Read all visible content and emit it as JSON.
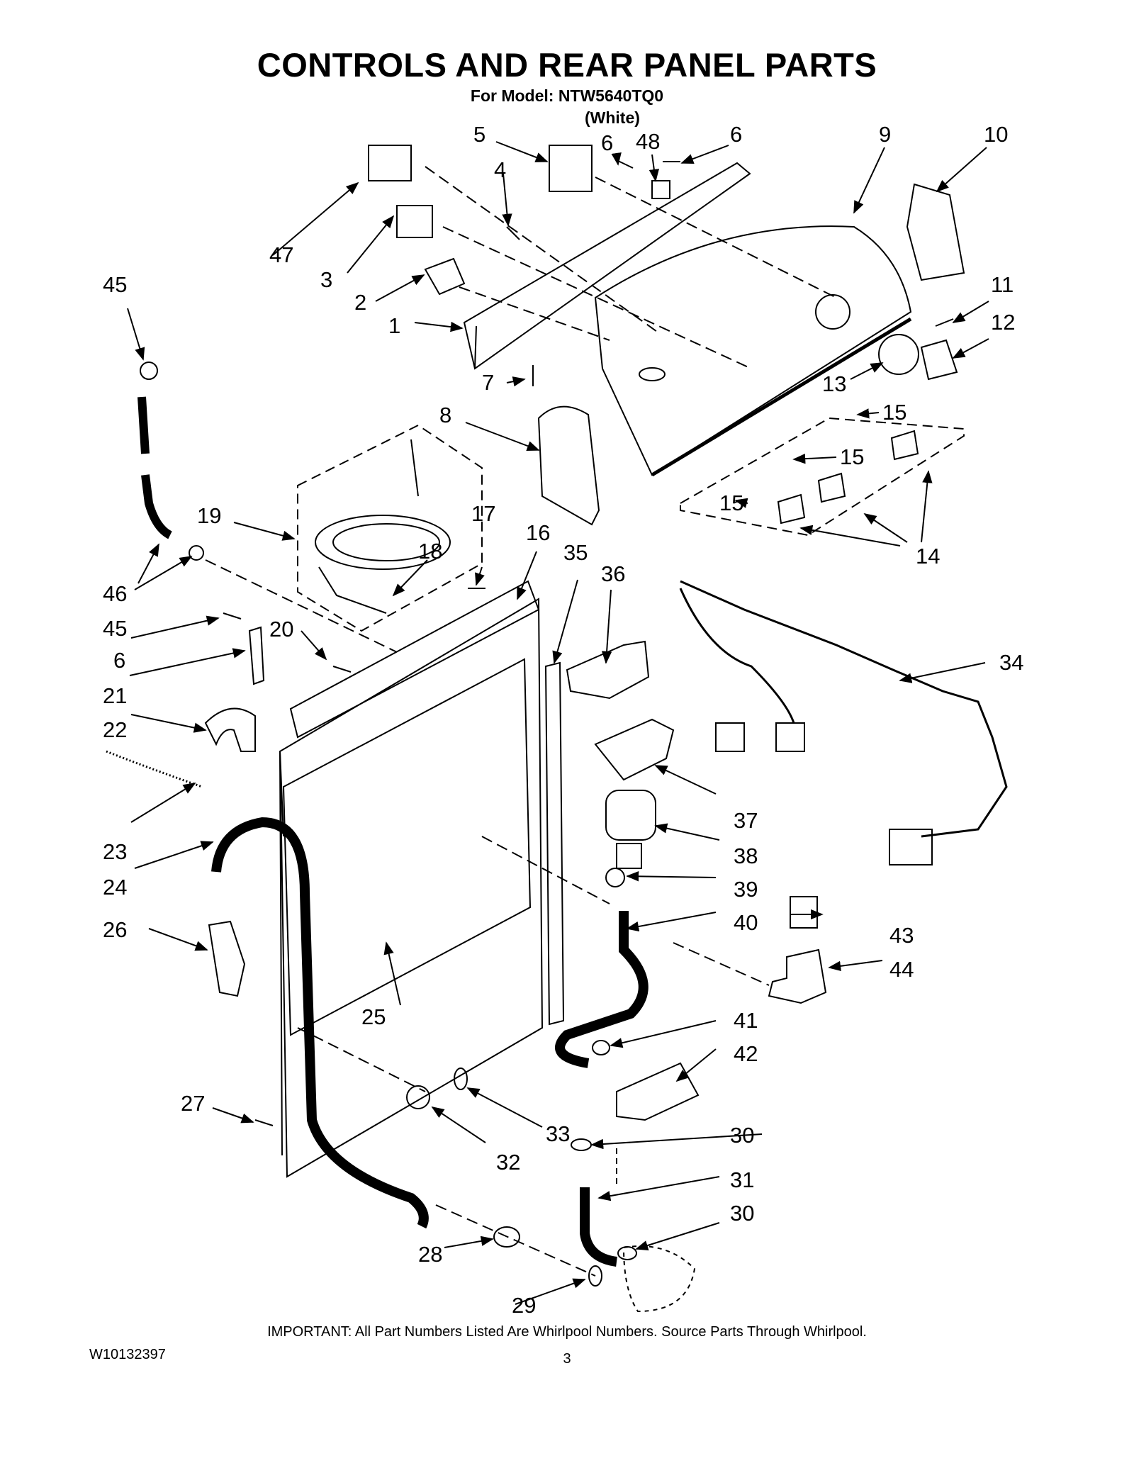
{
  "header": {
    "title": "CONTROLS AND REAR PANEL PARTS",
    "model_line": "For Model: NTW5640TQ0",
    "color_line": "(White)"
  },
  "callouts": {
    "c1": "1",
    "c2": "2",
    "c3": "3",
    "c4": "4",
    "c5": "5",
    "c6": "6",
    "c7": "7",
    "c8": "8",
    "c9": "9",
    "c10": "10",
    "c11": "11",
    "c12": "12",
    "c13": "13",
    "c14": "14",
    "c15": "15",
    "c16": "16",
    "c17": "17",
    "c18": "18",
    "c19": "19",
    "c20": "20",
    "c21": "21",
    "c22": "22",
    "c23": "23",
    "c24": "24",
    "c25": "25",
    "c26": "26",
    "c27": "27",
    "c28": "28",
    "c29": "29",
    "c30": "30",
    "c31": "31",
    "c32": "32",
    "c33": "33",
    "c34": "34",
    "c35": "35",
    "c36": "36",
    "c37": "37",
    "c38": "38",
    "c39": "39",
    "c40": "40",
    "c41": "41",
    "c42": "42",
    "c43": "43",
    "c44": "44",
    "c45": "45",
    "c46": "46",
    "c47": "47",
    "c48": "48"
  },
  "footer": {
    "note": "IMPORTANT: All Part Numbers Listed Are Whirlpool Numbers. Source Parts Through Whirlpool.",
    "doc_number": "W10132397",
    "page_number": "3"
  }
}
